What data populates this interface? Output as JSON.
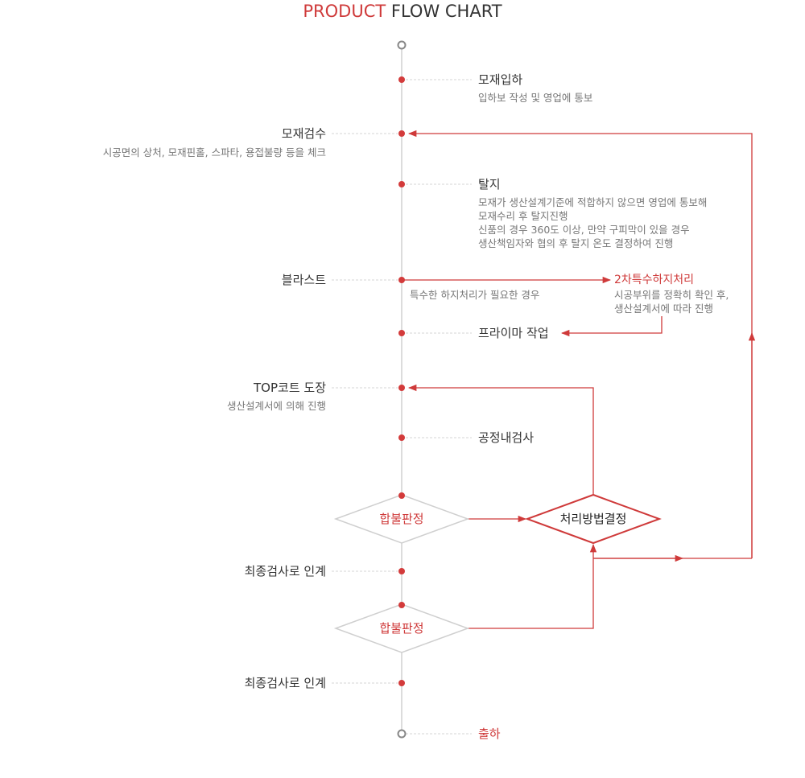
{
  "title": {
    "accent": "PRODUCT",
    "rest": "FLOW CHART"
  },
  "colors": {
    "accent": "#cf3a3a",
    "line": "#d0d0d0",
    "text": "#333333",
    "sub": "#777777"
  },
  "steps": {
    "s1": {
      "title": "모재입하",
      "sub": [
        "입하보 작성 및 영업에 통보"
      ]
    },
    "s2": {
      "title": "모재검수",
      "sub": [
        "시공면의 상처, 모재핀홀, 스파타, 용접불량 등을 체크"
      ]
    },
    "s3": {
      "title": "탈지",
      "sub": [
        "모재가  생산설계기준에 적합하지 않으면  영업에 통보해",
        "모재수리 후 탈지진행",
        "신품의 경우 360도 이상,  만약  구피막이 있을 경우",
        "생산책임자와 협의 후 탈지 온도 결정하여 진행"
      ]
    },
    "s4": {
      "title": "블라스트",
      "branch_note": "특수한 하지처리가 필요한 경우"
    },
    "s4b": {
      "title": "2차특수하지처리",
      "sub": [
        "시공부위를 정확히 확인 후,",
        "생산설계서에 따라 진행"
      ]
    },
    "s5": {
      "title": "프라이마 작업"
    },
    "s6": {
      "title": "TOP코트 도장",
      "sub": [
        "생산설계서에 의해  진행"
      ]
    },
    "s7": {
      "title": "공정내검사"
    },
    "d1": {
      "title": "합불판정"
    },
    "d2": {
      "title": "처리방법결정"
    },
    "s8": {
      "title": "최종검사로 인계"
    },
    "d3": {
      "title": "합불판정"
    },
    "s9": {
      "title": "최종검사로 인계"
    },
    "s10": {
      "title": "출하"
    }
  }
}
